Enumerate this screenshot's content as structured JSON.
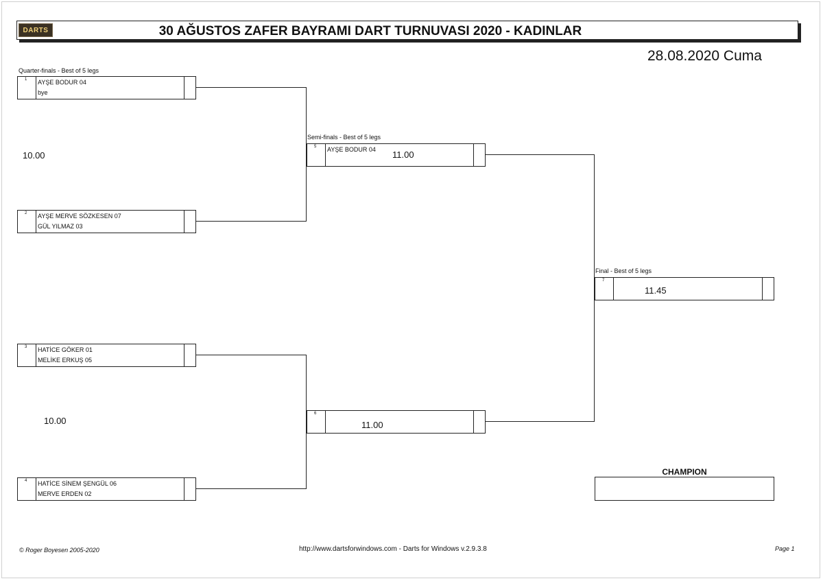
{
  "header": {
    "logo_text": "DARTS",
    "title": "30 AĞUSTOS ZAFER BAYRAMI DART TURNUVASI 2020 - KADINLAR",
    "date": "28.08.2020 Cuma"
  },
  "rounds": {
    "quarterfinals": "Quarter-finals - Best of 5 legs",
    "semifinals": "Semi-finals - Best of 5 legs",
    "final": "Final - Best of 5 legs"
  },
  "matches": [
    {
      "num": "1",
      "p1": "AYŞE BODUR 04",
      "p2": "bye"
    },
    {
      "num": "2",
      "p1": "AYŞE MERVE SÖZKESEN 07",
      "p2": "GÜL YILMAZ 03"
    },
    {
      "num": "3",
      "p1": "HATİCE GÖKER 01",
      "p2": "MELİKE ERKUŞ 05"
    },
    {
      "num": "4",
      "p1": "HATİCE SİNEM ŞENGÜL 06",
      "p2": "MERVE ERDEN 02"
    },
    {
      "num": "5",
      "p1": "AYŞE BODUR 04",
      "p2": ""
    },
    {
      "num": "6",
      "p1": "",
      "p2": ""
    },
    {
      "num": "7",
      "p1": "",
      "p2": ""
    }
  ],
  "times": {
    "qf_top": "10.00",
    "qf_bottom": "10.00",
    "sf_top": "11.00",
    "sf_bottom": "11.00",
    "final": "11.45"
  },
  "champion_label": "CHAMPION",
  "footer": {
    "copyright": "© Roger Boyesen 2005-2020",
    "url": "http://www.dartsforwindows.com - Darts for Windows v.2.9.3.8",
    "page": "Page 1"
  }
}
